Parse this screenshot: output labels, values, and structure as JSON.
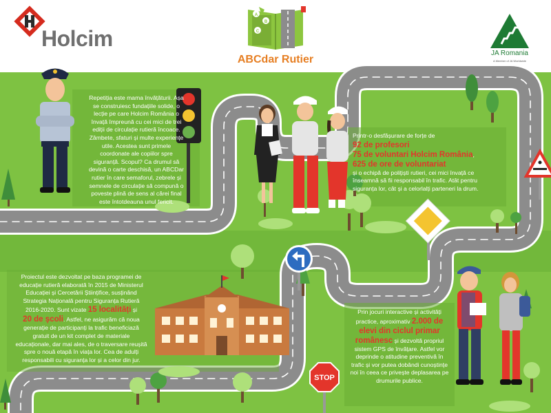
{
  "header": {
    "holcim_brand": "Holcim",
    "title": "ABCdar Rutier",
    "book_letters": [
      "A",
      "B",
      "C"
    ],
    "ja_brand": "JA Romania",
    "ja_tagline": "A Member of JA Worldwide"
  },
  "blocks": {
    "intro_lines": [
      "Repetiția este mama învățăturii. Așa",
      "se construiesc fundațiile solide, o",
      "lecție pe care Holcim România o",
      "învață împreună cu cei mici de trei",
      "ediții de circulație rutieră încoace.",
      "Zâmbete, sfaturi și multe experiențe",
      "utile. Acestea sunt primele",
      "coordonate ale copiilor spre",
      "siguranță. Scopul? Ca drumul să",
      "devină o carte deschisă, un ABCDar",
      "rutier în care semaforul, zebrele și",
      "semnele de circulație să compună o",
      "poveste plină de sens al cărei final",
      "este întotdeauna unul fericit."
    ],
    "stats": {
      "lead": "Printr-o desfășurare de forțe de",
      "teachers": "92 de profesori",
      "volunteers": "75 de voluntari Holcim România",
      "volunteers_tail": ",",
      "hours": "625 de ore de voluntariat",
      "tail_lines": [
        "și o echipă de polițiști rutieri, cei mici învață ce",
        "înseamnă să fii responsabil în trafic. Atât pentru",
        "siguranța lor, cât și a celorlalți parteneri la drum."
      ]
    },
    "project": {
      "lines": [
        "Proiectul este dezvoltat pe baza programei de",
        "educație rutieră elaborată în 2015 de Ministerul",
        "Educației și Cercetării Științifice, susținând",
        "Strategia Națională pentru Siguranța Rutieră"
      ],
      "period": "2016-2020. Sunt vizate",
      "localities": "15 localități",
      "and": "și",
      "schools": "20 de școli",
      "tail_first": ". Astfel, ne asigurăm că noua",
      "tail_lines": [
        "generație de participanți la trafic beneficiază",
        "gratuit de un kit complet de materiale",
        "educaționale, dar mai ales, de o traversare reușită",
        "spre o nouă etapă în viața lor. Cea de adulți",
        "responsabili cu siguranța lor și a celor din jur."
      ]
    },
    "students": {
      "line1": "Prin jocuri interactive și activități",
      "line2_pre": "practice, aproximativ",
      "count": "2.000 de",
      "line3": "elevi din ciclul primar",
      "line4_hl": "românesc",
      "line4_tail": " și dezvoltă propriul",
      "tail_lines": [
        "sistem GPS de învățare. Astfel vor",
        "deprinde o atitudine preventivă în",
        "trafic și vor putea dobândi cunoștințe",
        "noi în ceea ce privește deplasarea pe",
        "drumurile publice."
      ]
    }
  },
  "signs": {
    "stop": "STOP"
  },
  "colors": {
    "grass": "#7ec242",
    "grass_dark": "#6aae35",
    "road": "#8c8c8c",
    "road_edge": "#ffffff",
    "highlight": "#e3352b",
    "holcim_red": "#d52b1e",
    "book_green": "#8dc63f",
    "title_orange": "#e67e22",
    "ja_green": "#1e7b34"
  }
}
